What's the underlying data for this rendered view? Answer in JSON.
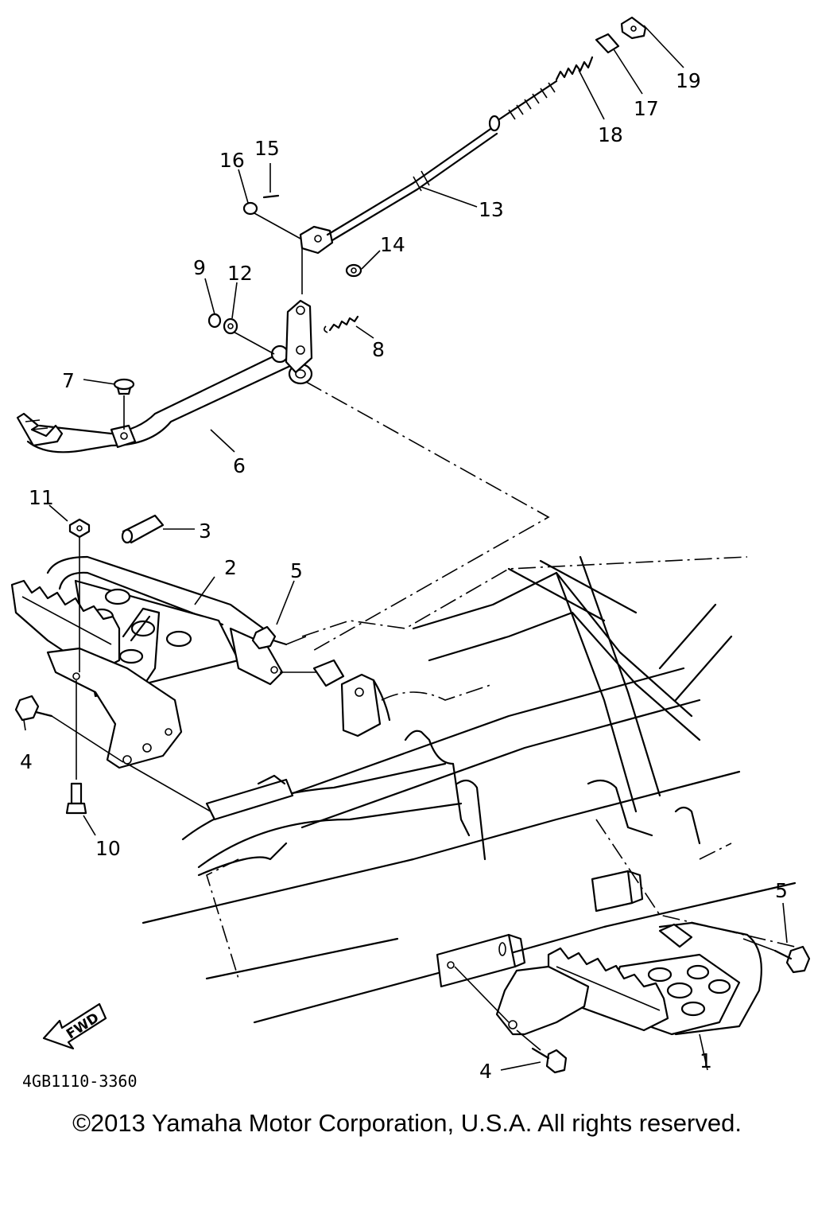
{
  "diagram": {
    "callouts": [
      "1",
      "2",
      "3",
      "4",
      "4",
      "5",
      "5",
      "6",
      "7",
      "8",
      "9",
      "10",
      "11",
      "12",
      "13",
      "14",
      "15",
      "16",
      "17",
      "18",
      "19"
    ],
    "fwd_label": "FWD",
    "drawing_code": "4GB1110-3360"
  },
  "footer": {
    "copyright": "©2013 Yamaha Motor Corporation, U.S.A. All rights reserved."
  }
}
